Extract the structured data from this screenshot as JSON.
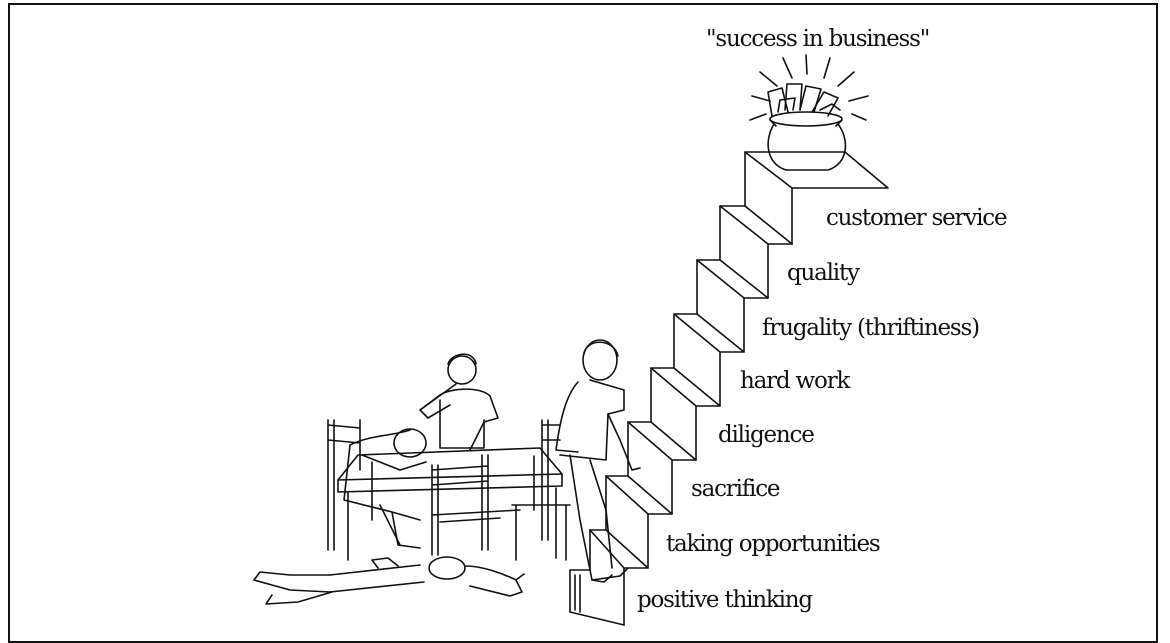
{
  "title": "\"success in business\"",
  "steps": [
    {
      "label": "customer service"
    },
    {
      "label": "quality"
    },
    {
      "label": "frugality (thriftiness)"
    },
    {
      "label": "hard work"
    },
    {
      "label": "diligence"
    },
    {
      "label": "sacrifice"
    },
    {
      "label": "taking opportunities"
    },
    {
      "label": "positive thinking"
    }
  ],
  "colors": {
    "ink": "#111111",
    "background": "#ffffff"
  }
}
